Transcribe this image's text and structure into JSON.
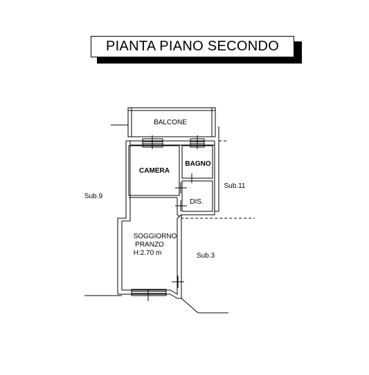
{
  "title": "PIANTA PIANO SECONDO",
  "rooms": {
    "balcone": "BALCONE",
    "camera": "CAMERA",
    "bagno": "BAGNO",
    "dis": "DIS.",
    "soggiorno": "SOGGIORNO",
    "pranzo": "PRANZO",
    "height": "H:2.70 m"
  },
  "neighbors": {
    "sub9": "Sub.9",
    "sub11": "Sub.11",
    "sub3": "Sub.3"
  }
}
